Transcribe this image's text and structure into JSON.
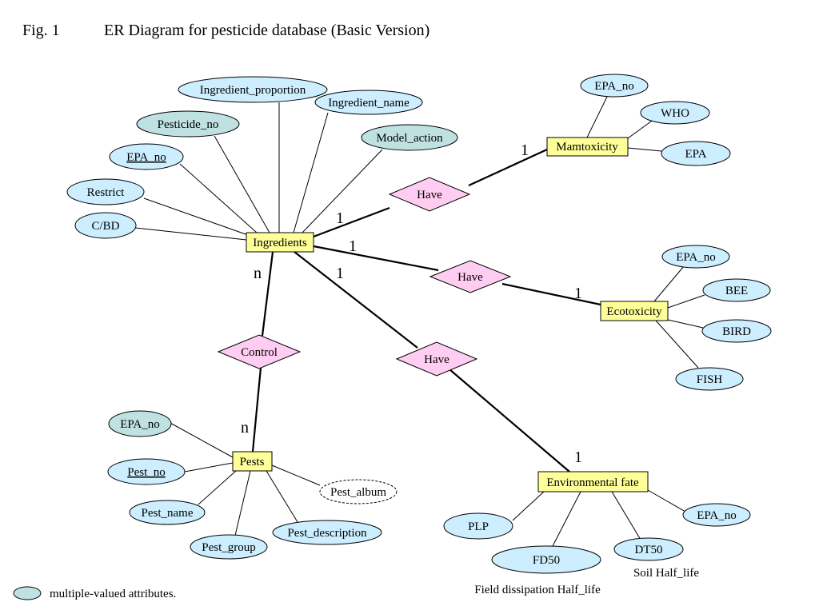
{
  "caption": {
    "fig": "Fig. 1",
    "title": "ER Diagram for pesticide database (Basic Version)"
  },
  "colors": {
    "entity_fill": "#ffff99",
    "relationship_fill": "#ffccf2",
    "attribute_fill": "#cceeff",
    "multivalued_fill": "#bfe1e1",
    "line": "#000000"
  },
  "entities": {
    "ingredients": "Ingredients",
    "mamtoxicity": "Mamtoxicity",
    "ecotoxicity": "Ecotoxicity",
    "environmental_fate": "Environmental fate",
    "pests": "Pests"
  },
  "relationships": {
    "have_mamtoxicity": "Have",
    "have_ecotoxicity": "Have",
    "have_environmental_fate": "Have",
    "control": "Control"
  },
  "attributes": {
    "ingredient_proportion": "Ingredient_proportion",
    "ingredient_name": "Ingredient_name",
    "pesticide_no": "Pesticide_no",
    "model_action": "Model_action",
    "ingredients_epa_no": "EPA_no",
    "restrict": "Restrict",
    "cbd": "C/BD",
    "mamtox_epa_no": "EPA_no",
    "who": "WHO",
    "epa": "EPA",
    "ecotox_epa_no": "EPA_no",
    "bee": "BEE",
    "bird": "BIRD",
    "fish": "FISH",
    "pests_epa_no": "EPA_no",
    "pest_no": "Pest_no",
    "pest_name": "Pest_name",
    "pest_group": "Pest_group",
    "pest_description": "Pest_description",
    "pest_album": "Pest_album",
    "plp": "PLP",
    "fd50": "FD50",
    "dt50": "DT50",
    "envfate_epa_no": "EPA_no"
  },
  "cardinalities": {
    "ingredients_to_mamtox": "1",
    "mamtox_side": "1",
    "ingredients_to_ecotox": "1",
    "ecotox_side": "1",
    "ingredients_to_envfate": "1",
    "envfate_side": "1",
    "ingredients_to_pests": "n",
    "pests_side": "n"
  },
  "notes": {
    "fd50_note": "Field dissipation Half_life",
    "dt50_note": "Soil Half_life"
  },
  "legend": {
    "label": "multiple-valued attributes."
  }
}
